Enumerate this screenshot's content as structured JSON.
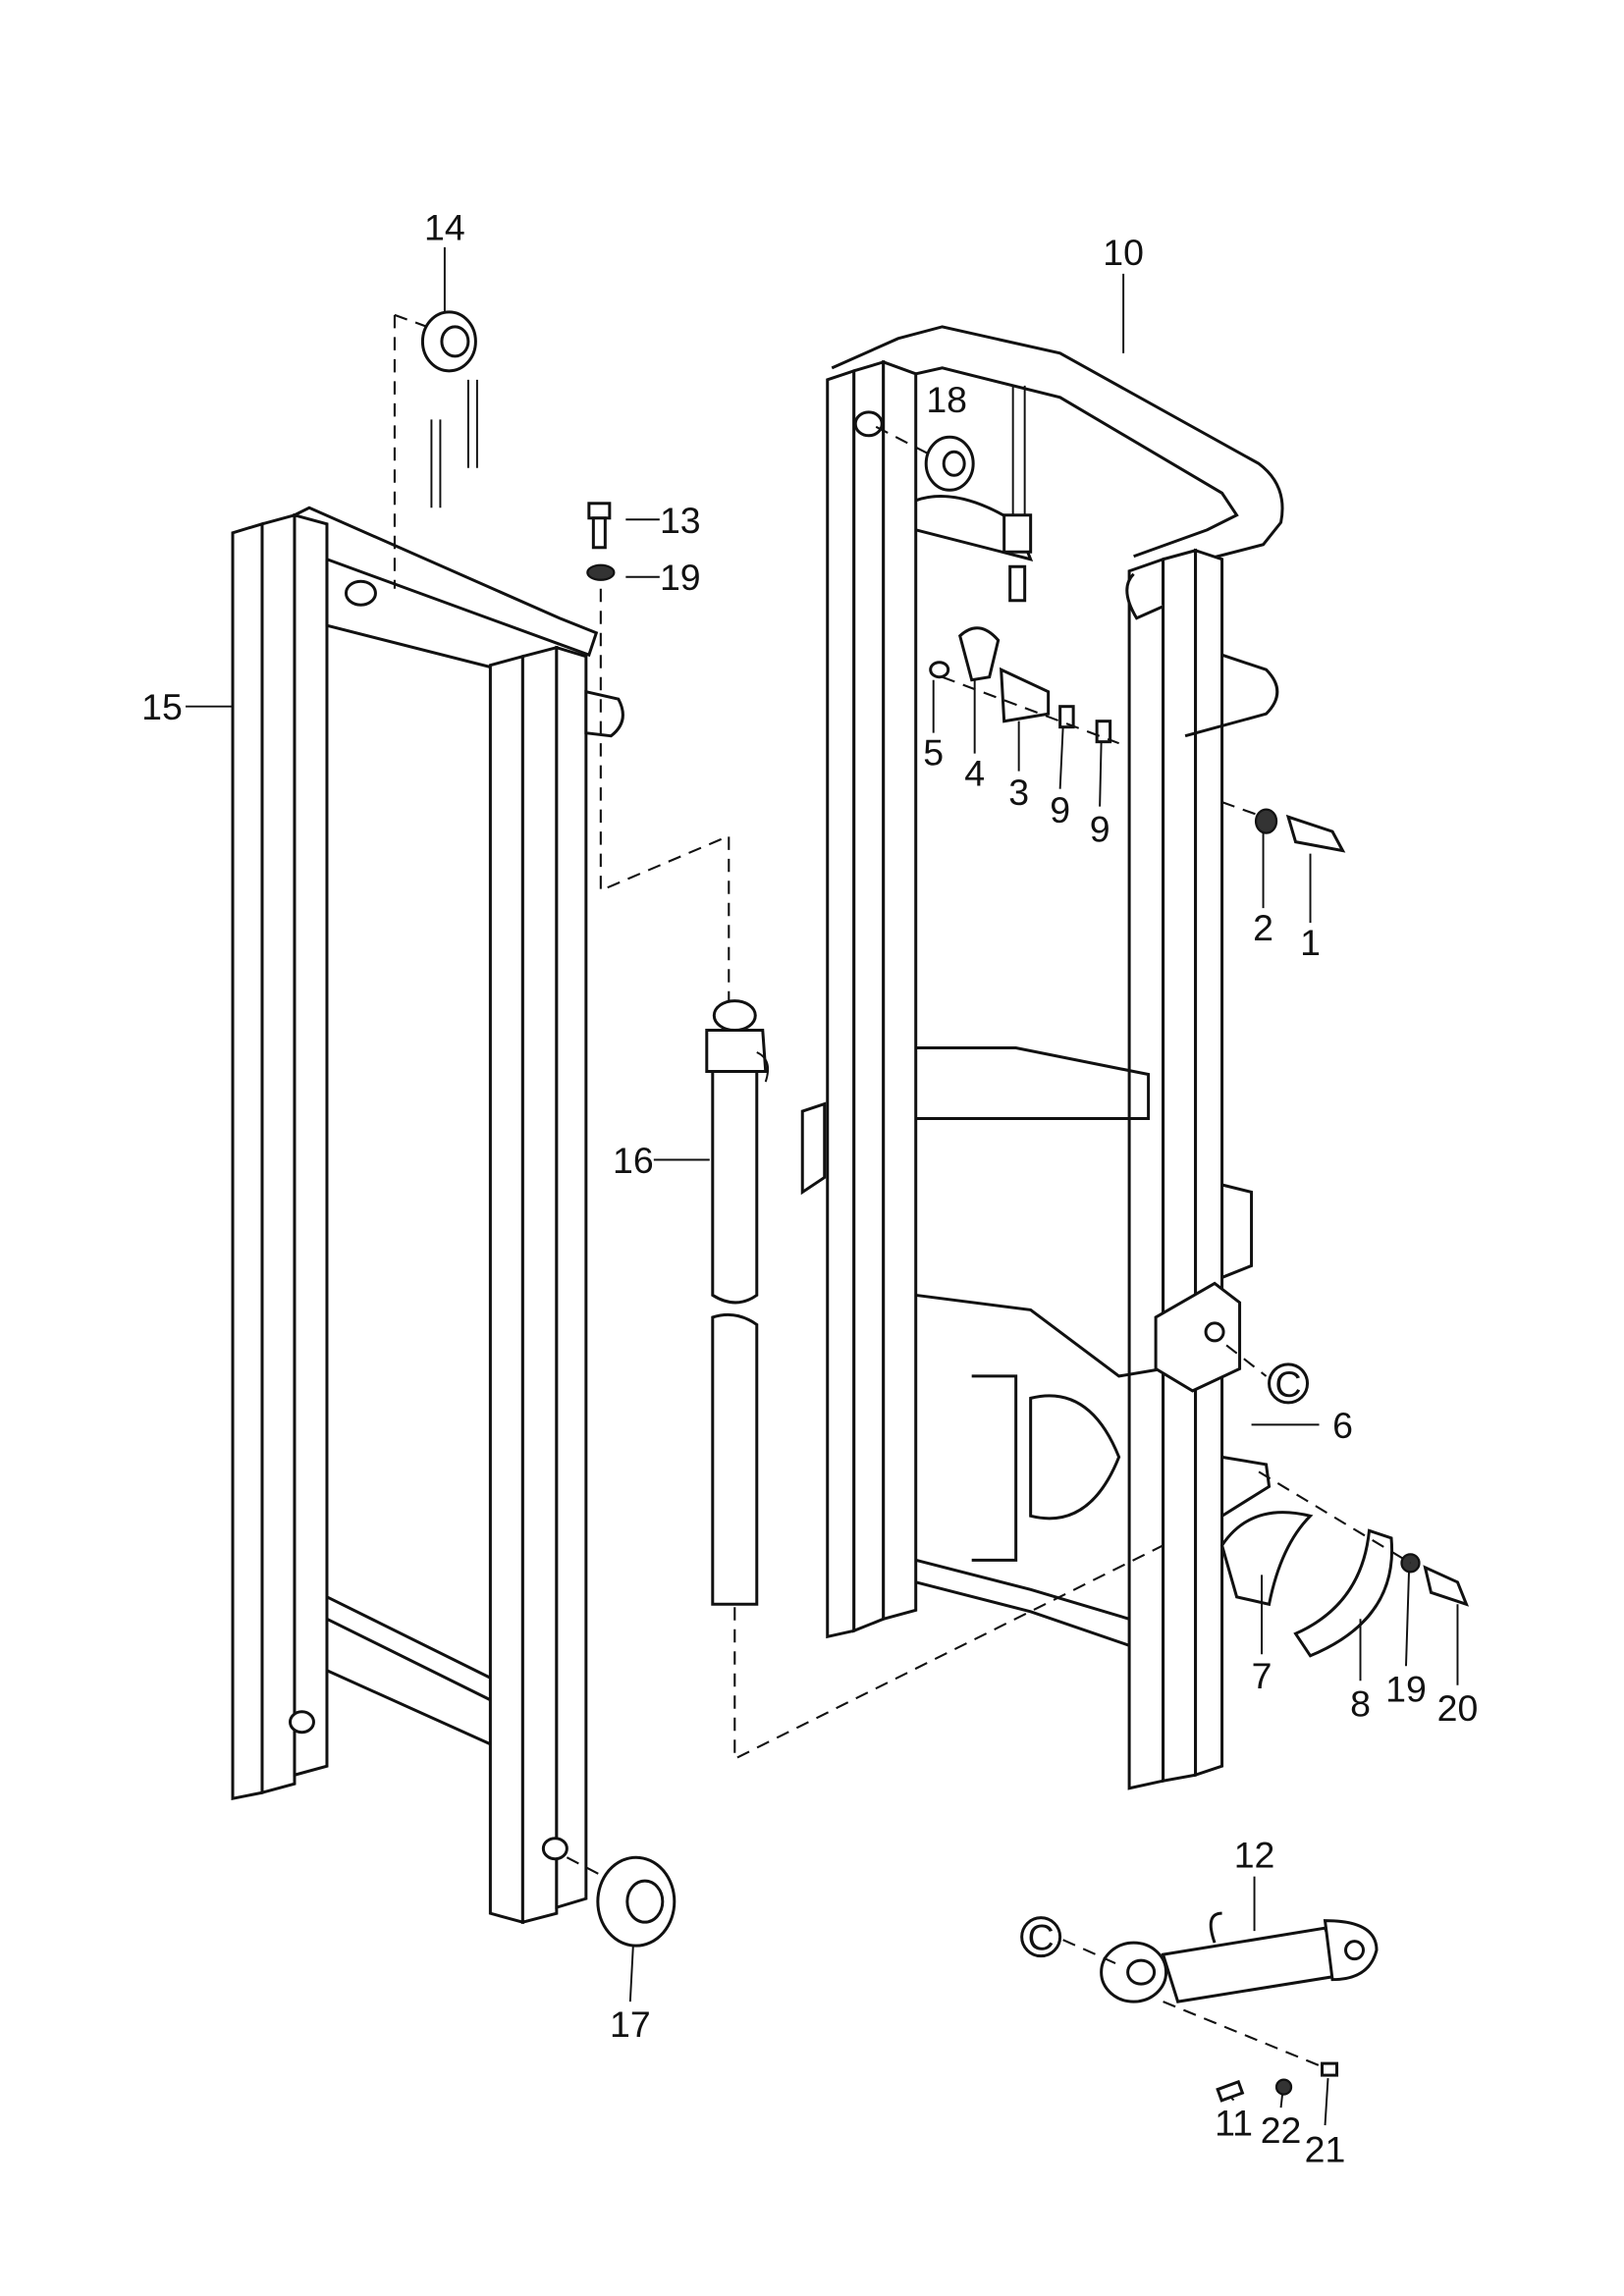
{
  "diagram": {
    "callouts": [
      "14",
      "10",
      "18",
      "13",
      "19",
      "15",
      "5",
      "4",
      "3",
      "9",
      "9",
      "2",
      "1",
      "16",
      "C",
      "6",
      "7",
      "8",
      "19",
      "20",
      "12",
      "C",
      "17",
      "11",
      "22",
      "21"
    ]
  }
}
